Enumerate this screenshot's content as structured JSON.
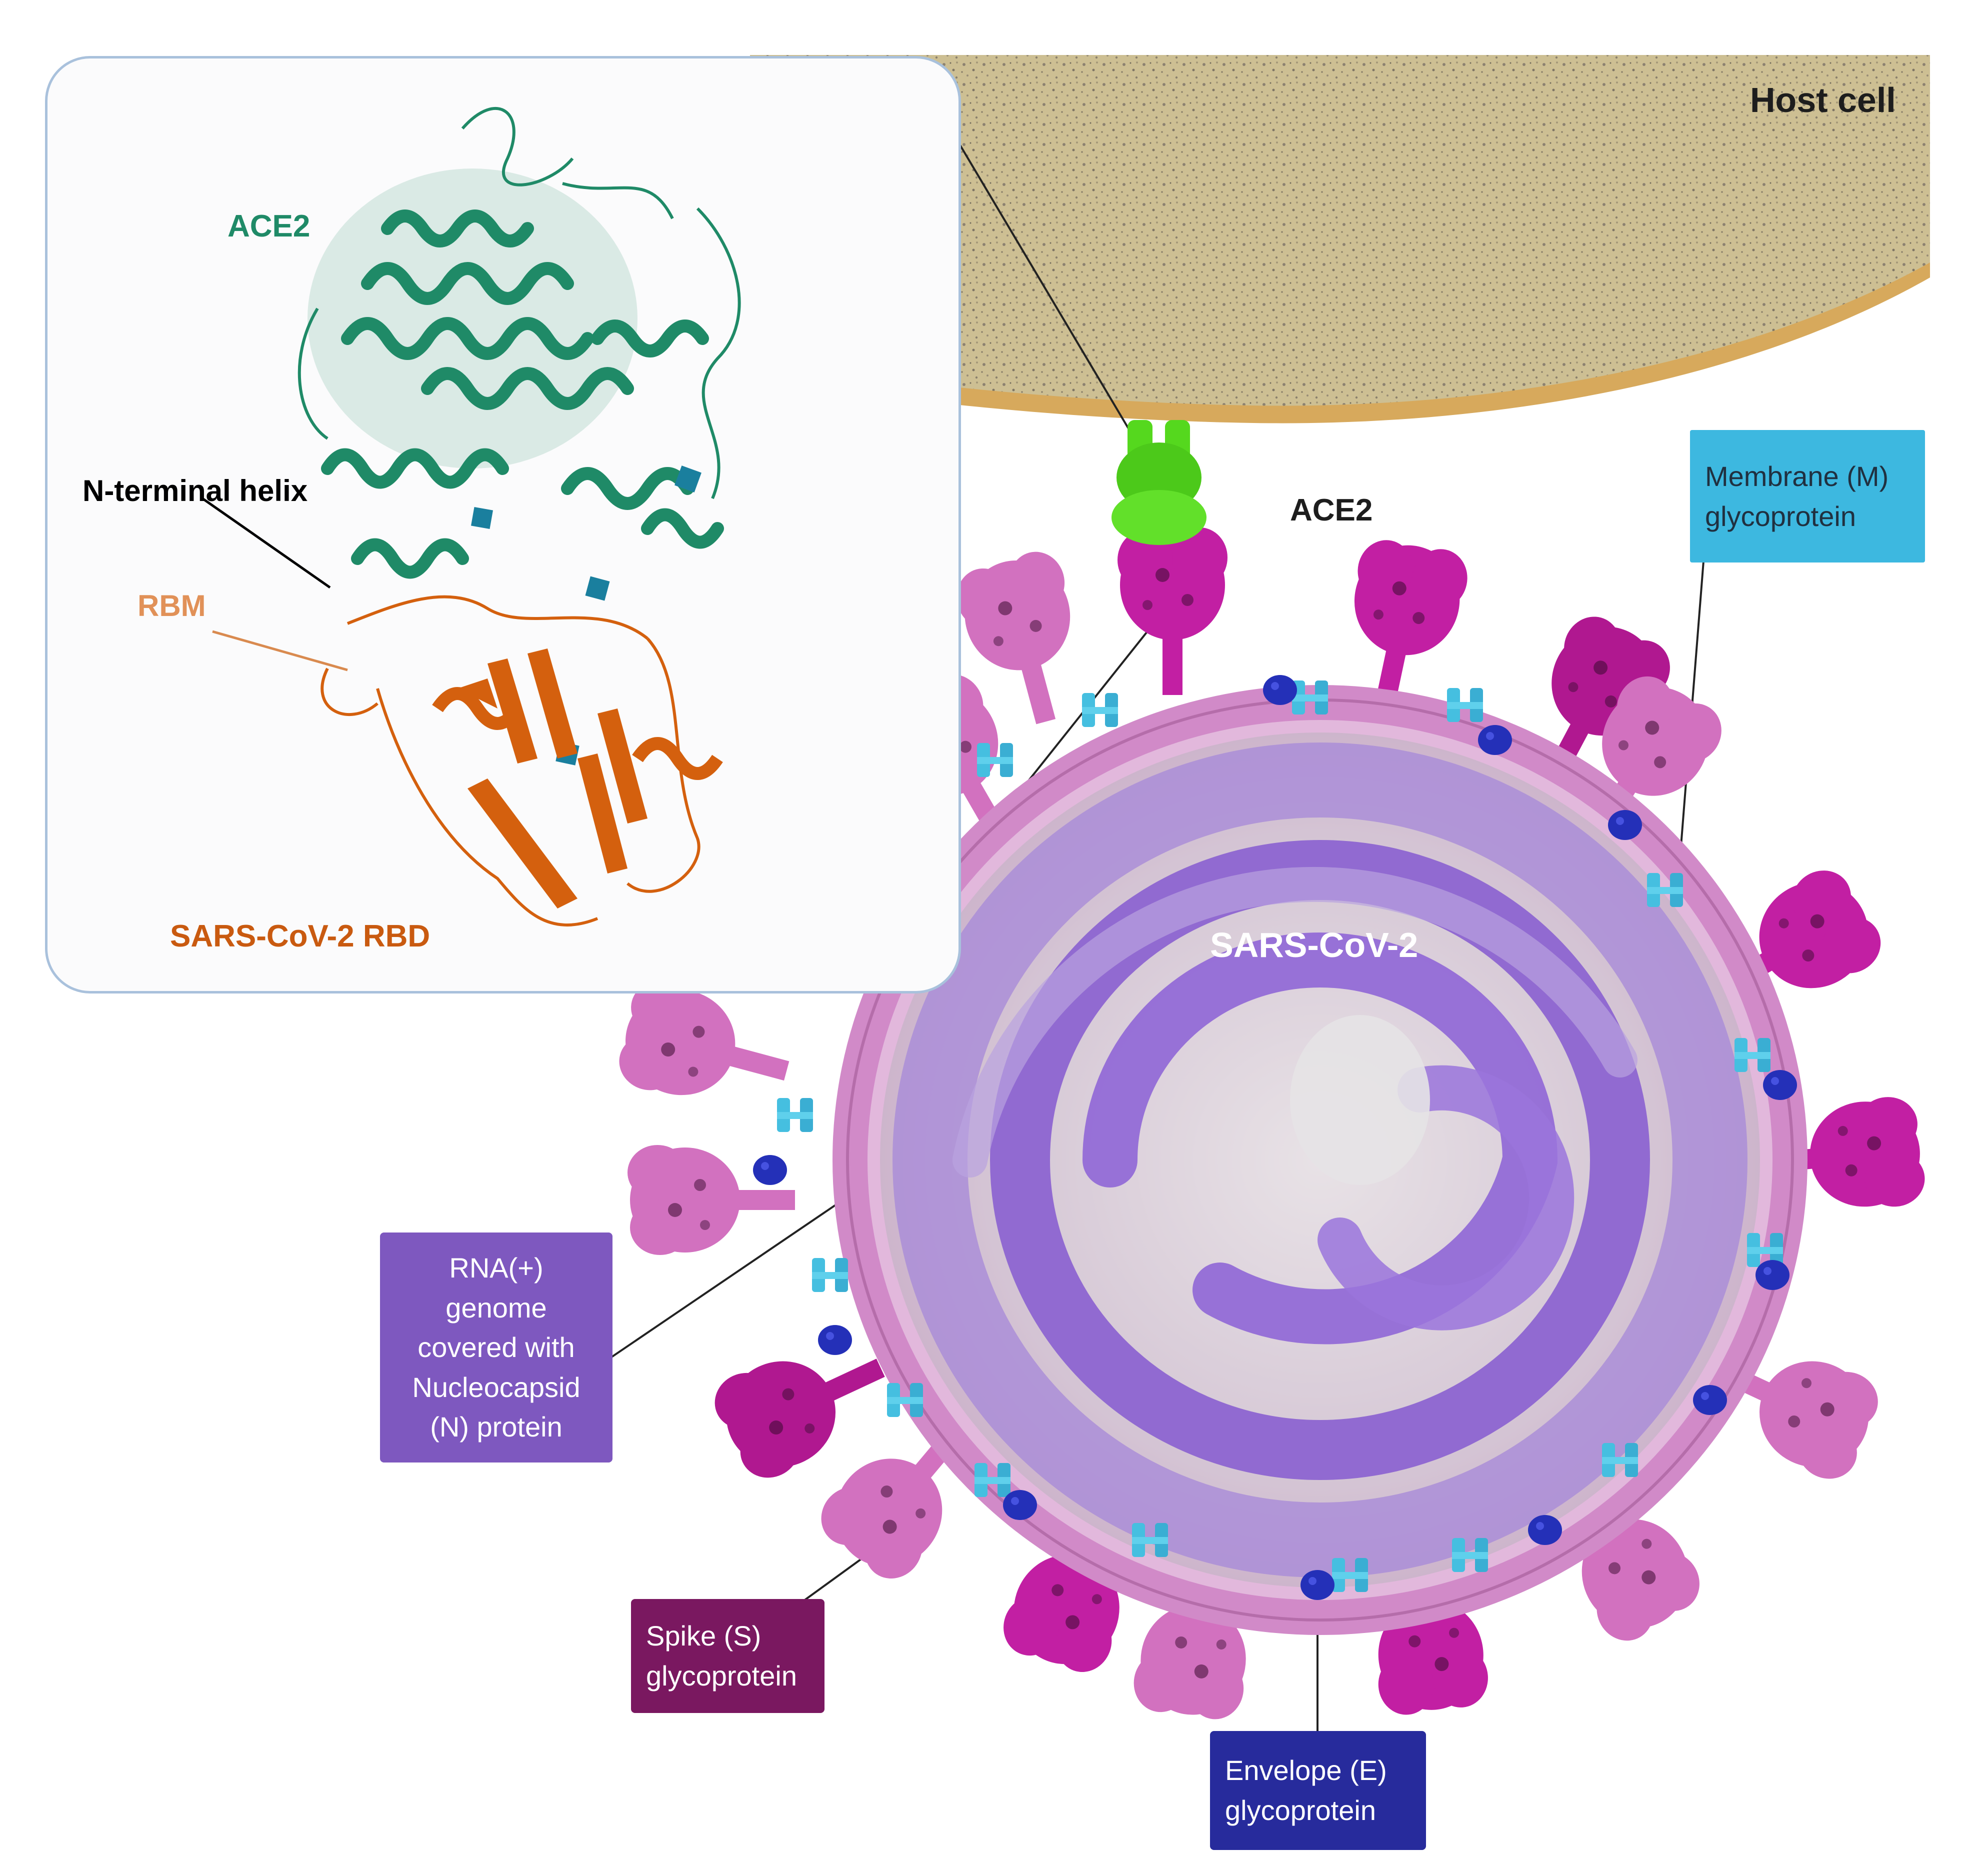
{
  "host_cell": {
    "label": "Host cell"
  },
  "receptor": {
    "label": "ACE2"
  },
  "virus": {
    "label": "SARS-CoV-2"
  },
  "inset": {
    "ace2_label": "ACE2",
    "helix_label": "N-terminal helix",
    "rbm_label": "RBM",
    "rbd_label": "SARS-CoV-2 RBD"
  },
  "callouts": {
    "membrane": {
      "line1": "Membrane (M)",
      "line2": "glycoprotein"
    },
    "rna": {
      "line1": "RNA(+)",
      "line2": "genome",
      "line3": "covered with",
      "line4": "Nucleocapsid",
      "line5": "(N) protein"
    },
    "spike": {
      "line1": "Spike (S)",
      "line2": "glycoprotein"
    },
    "envelope": {
      "line1": "Envelope (E)",
      "line2": "glycoprotein"
    }
  },
  "colors": {
    "host_cell": "#c8b98c",
    "ace2_receptor": "#55d81e",
    "ace2_structure": "#1f8a67",
    "rbd_structure": "#d4600e",
    "spike": "#c21fa3",
    "membrane_protein": "#45bfe0",
    "envelope_protein": "#2430b8",
    "nucleocapsid": "#8a5fd0",
    "membrane_box": "#3db8e0",
    "rna_box": "#7e58bf",
    "spike_box": "#7a1860",
    "envelope_box": "#272b9c"
  }
}
